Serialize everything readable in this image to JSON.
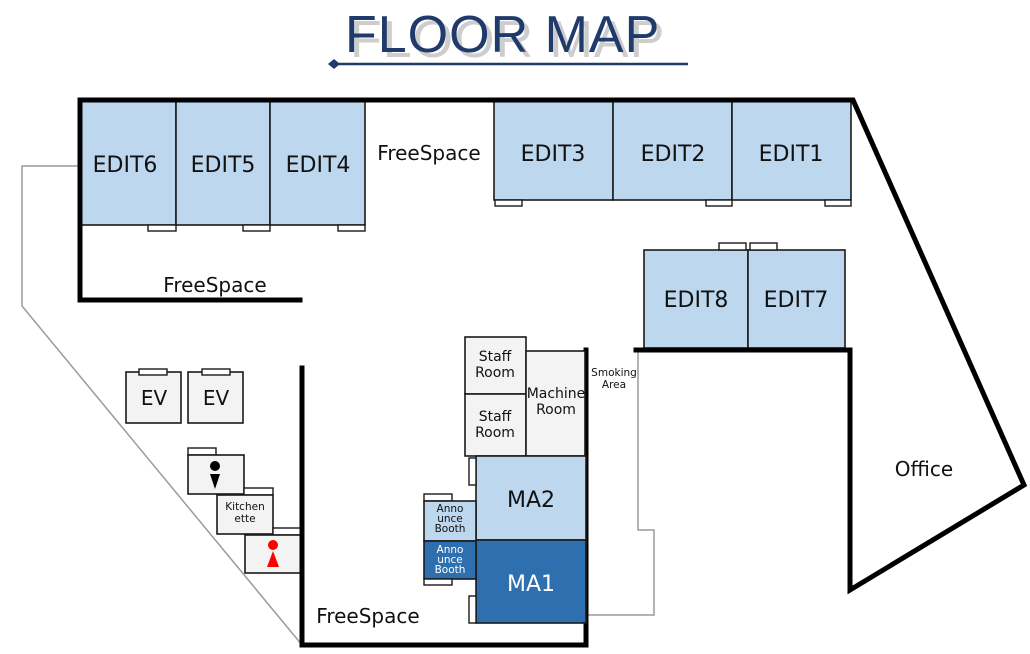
{
  "title": "FLOOR MAP",
  "colors": {
    "title": "#1f3a6b",
    "edit_room": "#bdd7ee",
    "ma1_room": "#2e6faf",
    "utility_room": "#f3f3f3",
    "female_icon": "#ff0000",
    "male_icon": "#000000"
  },
  "rooms": {
    "edit1": "EDIT1",
    "edit2": "EDIT2",
    "edit3": "EDIT3",
    "edit4": "EDIT4",
    "edit5": "EDIT5",
    "edit6": "EDIT6",
    "edit7": "EDIT7",
    "edit8": "EDIT8",
    "ma1": "MA1",
    "ma2": "MA2",
    "staff_room_1": [
      "Staff",
      "Room"
    ],
    "staff_room_2": [
      "Staff",
      "Room"
    ],
    "machine_room": [
      "Machine",
      "Room"
    ],
    "announce_booth_1": [
      "Anno",
      "unce",
      "Booth"
    ],
    "announce_booth_2": [
      "Anno",
      "unce",
      "Booth"
    ],
    "smoking_area": [
      "Smoking",
      "Area"
    ],
    "ev_1": "EV",
    "ev_2": "EV",
    "kitchenette": [
      "Kitchen",
      "ette"
    ],
    "office": "Office",
    "restroom_male": "male-restroom-icon",
    "restroom_female": "female-restroom-icon"
  },
  "areas": {
    "freespace_top": "FreeSpace",
    "freespace_left": "FreeSpace",
    "freespace_bottom": "FreeSpace"
  }
}
